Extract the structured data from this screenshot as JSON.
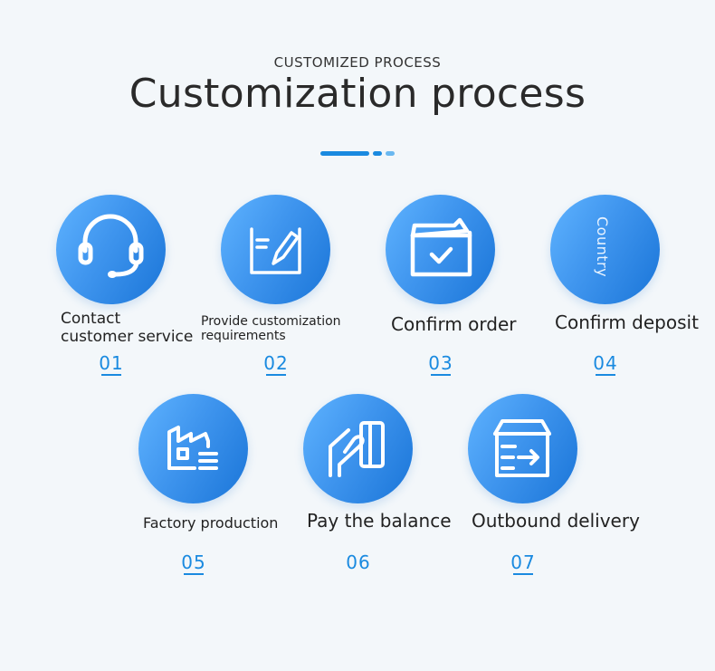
{
  "header": {
    "eyebrow": "CUSTOMIZED PROCESS",
    "title": "Customization process"
  },
  "colors": {
    "accent": "#1a8ae0",
    "accent_light": "#6ab8f0",
    "circle_from": "#5fb3ff",
    "circle_to": "#1a75d8"
  },
  "steps": [
    {
      "label_line1": "Contact",
      "label_line2": "customer service",
      "number": "01",
      "icon": "headset-icon"
    },
    {
      "label_line1": "Provide customization",
      "label_line2": "requirements",
      "number": "02",
      "icon": "edit-document-icon"
    },
    {
      "label": "Confirm order",
      "number": "03",
      "icon": "folder-check-icon"
    },
    {
      "label": "Confirm deposit",
      "number": "04",
      "icon": "country-text-icon",
      "icon_text": "Country"
    },
    {
      "label": "Factory production",
      "number": "05",
      "icon": "factory-icon"
    },
    {
      "label": "Pay the balance",
      "number": "06",
      "icon": "hand-card-icon"
    },
    {
      "label": "Outbound delivery",
      "number": "07",
      "icon": "box-arrow-icon"
    }
  ]
}
